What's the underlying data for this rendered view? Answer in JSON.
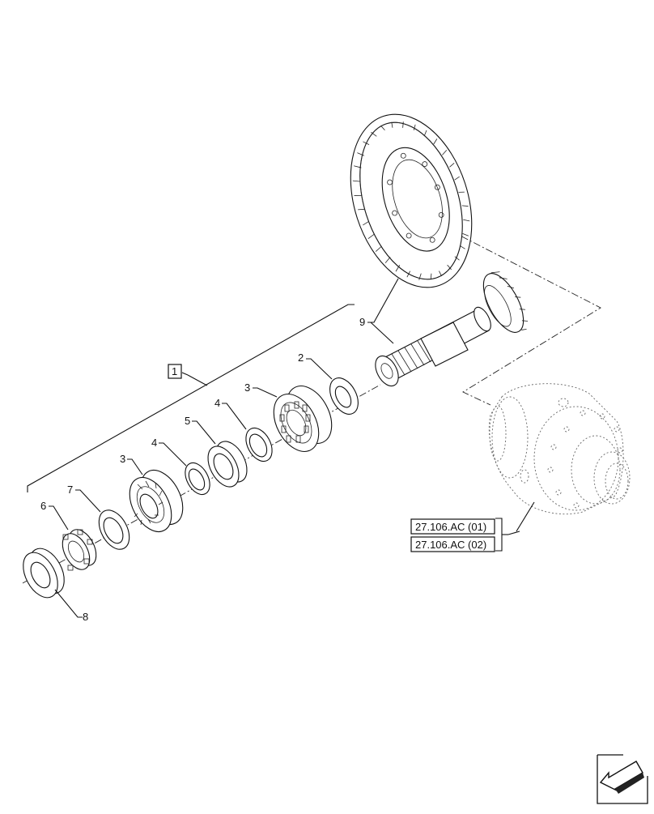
{
  "diagram": {
    "callouts": {
      "c1": "1",
      "c2": "2",
      "c3a": "3",
      "c3b": "3",
      "c4a": "4",
      "c4b": "4",
      "c5": "5",
      "c6": "6",
      "c7": "7",
      "c8": "8",
      "c9": "9"
    },
    "refs": {
      "ref1": "27.106.AC (01)",
      "ref2": "27.106.AC (02)"
    },
    "icons": {
      "nav": "arrow-navigation-icon"
    }
  }
}
